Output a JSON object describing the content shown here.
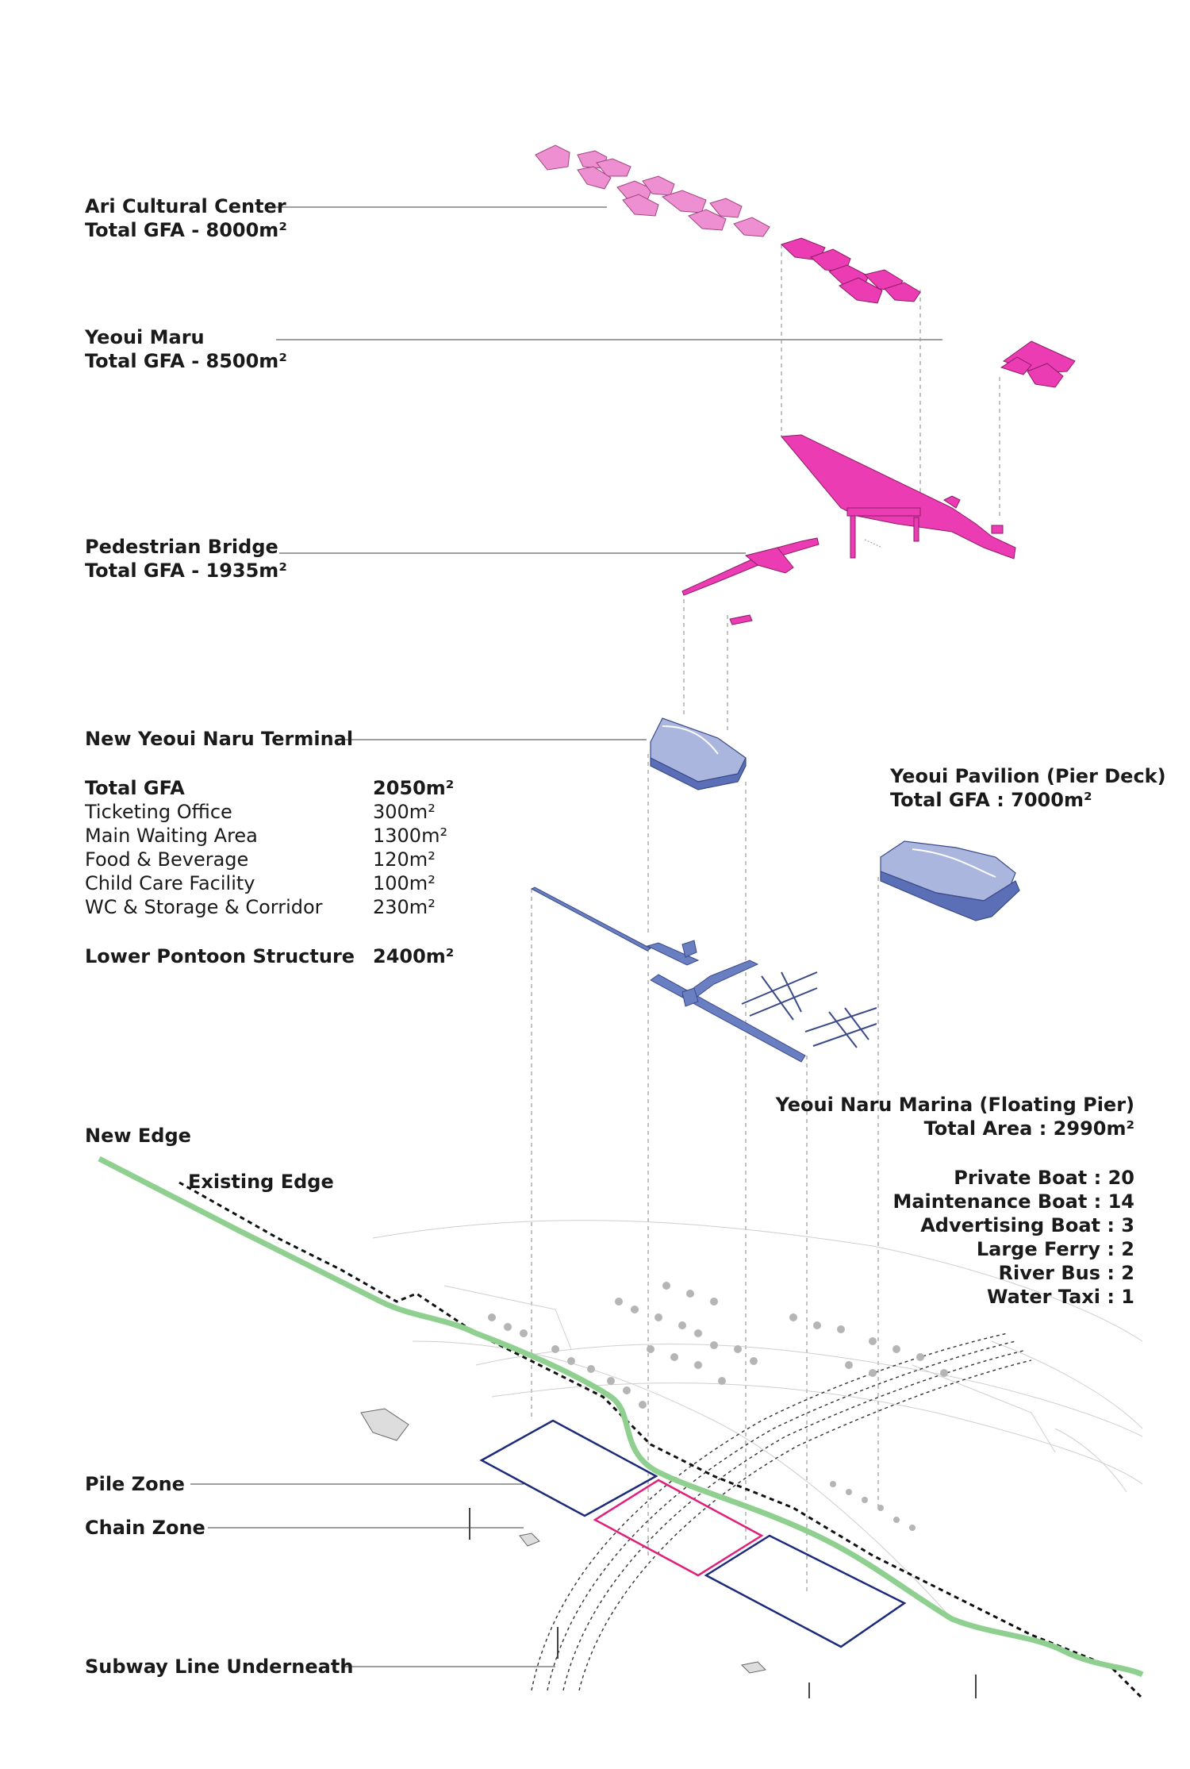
{
  "labels": {
    "ari": {
      "name": "Ari Cultural Center",
      "gfa": "Total GFA - 8000m²"
    },
    "maru": {
      "name": "Yeoui Maru",
      "gfa": "Total GFA - 8500m²"
    },
    "bridge": {
      "name": "Pedestrian Bridge",
      "gfa": "Total GFA - 1935m²"
    },
    "terminal": {
      "name": "New Yeoui Naru Terminal"
    },
    "pavilion": {
      "name": "Yeoui Pavilion (Pier Deck)",
      "gfa": "Total GFA : 7000m²"
    },
    "marina": {
      "name": "Yeoui Naru Marina (Floating Pier)",
      "area": "Total Area : 2990m²",
      "boats": [
        "Private Boat : 20",
        "Maintenance Boat : 14",
        "Advertising Boat : 3",
        "Large Ferry : 2",
        "River Bus : 2",
        "Water Taxi : 1"
      ]
    },
    "new_edge": "New Edge",
    "existing_edge": "Existing Edge",
    "pile_zone": "Pile Zone",
    "chain_zone": "Chain Zone",
    "subway": "Subway Line Underneath"
  },
  "program_table": {
    "total": {
      "name": "Total GFA",
      "value": "2050m²"
    },
    "rows": [
      {
        "name": "Ticketing Office",
        "value": "300m²"
      },
      {
        "name": "Main Waiting Area",
        "value": "1300m²"
      },
      {
        "name": "Food & Beverage",
        "value": "120m²"
      },
      {
        "name": "Child Care Facility",
        "value": "100m²"
      },
      {
        "name": "WC & Storage & Corridor",
        "value": "230m²"
      }
    ],
    "pontoon": {
      "name": "Lower Pontoon Structure",
      "value": "2400m²"
    }
  },
  "colors": {
    "pink_light": "#ee8fd2",
    "magenta": "#ec3cb4",
    "blue_structure": "#5a6fb5",
    "blue_light": "#aab6de",
    "green_edge": "#8fcf8f",
    "navy_zone": "#1c2a7a",
    "pink_zone": "#e0207a",
    "leader": "#666666"
  }
}
